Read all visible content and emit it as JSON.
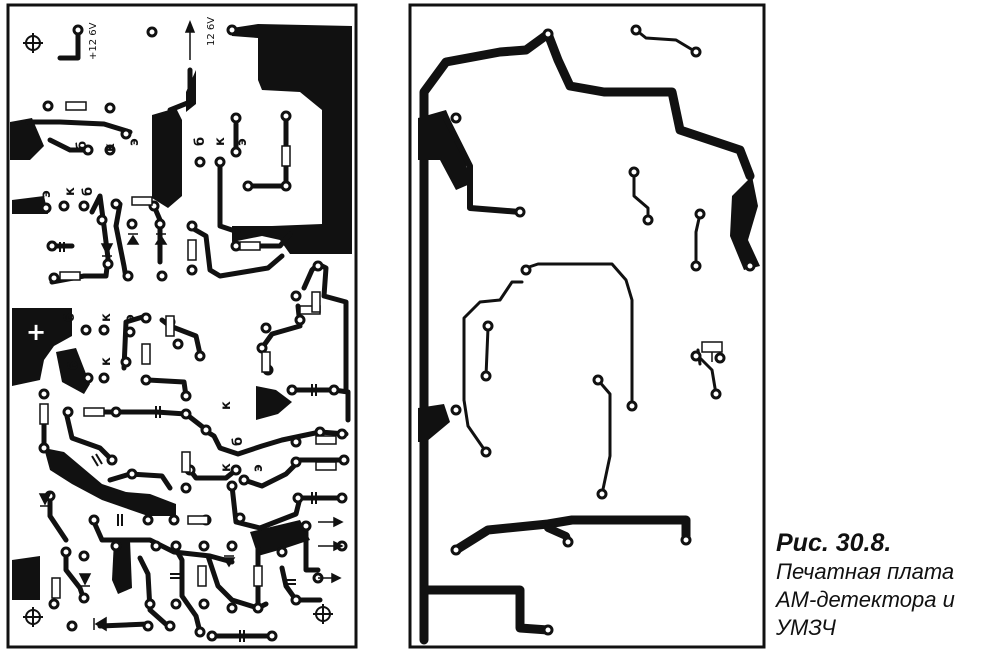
{
  "figure": {
    "number": "Рис. 30.8.",
    "caption_lines": [
      "Печатная плата",
      "АМ-детектора и",
      "УМЗЧ"
    ]
  },
  "board_left": {
    "labels": {
      "supply_a": "+12 6V",
      "supply_b": "12 6V",
      "plus": "+",
      "b": "б",
      "k": "к",
      "e": "э"
    }
  },
  "colors": {
    "ink": "#111111",
    "paper": "#ffffff"
  }
}
